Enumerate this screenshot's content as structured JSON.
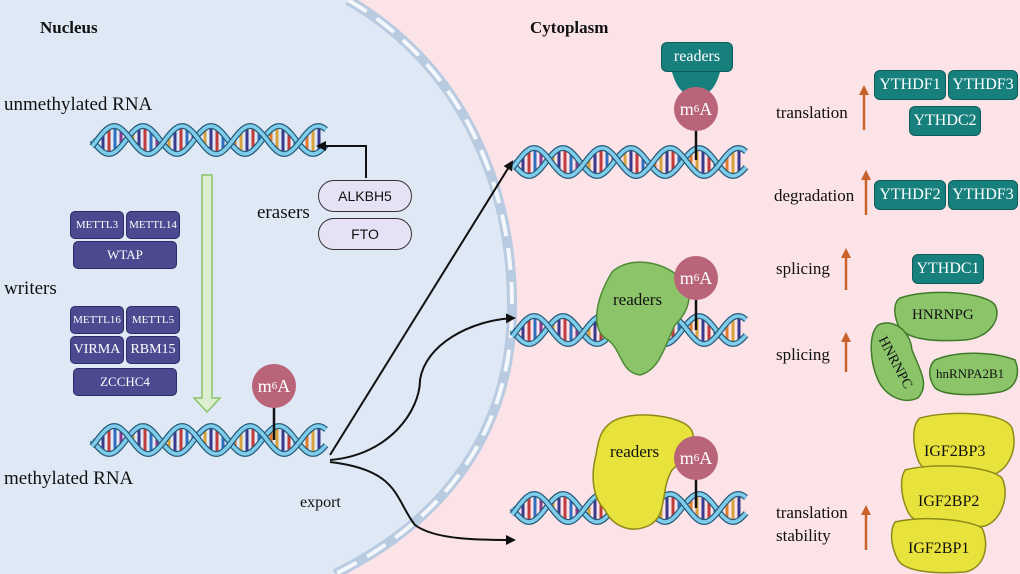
{
  "titles": {
    "nucleus": "Nucleus",
    "cytoplasm": "Cytoplasm"
  },
  "nucleus": {
    "unmethylated": "unmethylated RNA",
    "methylated": "methylated RNA",
    "writers_label": "writers",
    "erasers_label": "erasers",
    "export_label": "export",
    "writers": [
      "METTL3",
      "METTL14",
      "WTAP",
      "METTL16",
      "METTL5",
      "VIRMA",
      "RBM15",
      "ZCCHC4"
    ],
    "erasers": [
      "ALKBH5",
      "FTO"
    ]
  },
  "m6a": {
    "prefix": "m",
    "sup": "6",
    "suffix": "A"
  },
  "readers_label": "readers",
  "functions": {
    "translation": "translation",
    "degradation": "degradation",
    "splicing1": "splicing",
    "splicing2": "splicing",
    "translation2": "translation",
    "stability": "stability"
  },
  "proteins": {
    "ythdf": [
      "YTHDF1",
      "YTHDF3",
      "YTHDC2"
    ],
    "degrade": [
      "YTHDF2",
      "YTHDF3"
    ],
    "splice1": [
      "YTHDC1"
    ],
    "hnrnp": [
      "HNRNPG",
      "HNRNPC",
      "hnRNPA2B1"
    ],
    "igf": [
      "IGF2BP3",
      "IGF2BP2",
      "IGF2BP1"
    ]
  },
  "colors": {
    "nucleus_bg": "#dfe9f5",
    "cytoplasm_bg": "#fbe3e8",
    "writer": "#4b4a90",
    "ythdf": "#177f7c",
    "hnrnp": "#8cc46a",
    "igf": "#e8e23c",
    "m6a": "#b96478",
    "arrow_up": "#c8622a"
  }
}
